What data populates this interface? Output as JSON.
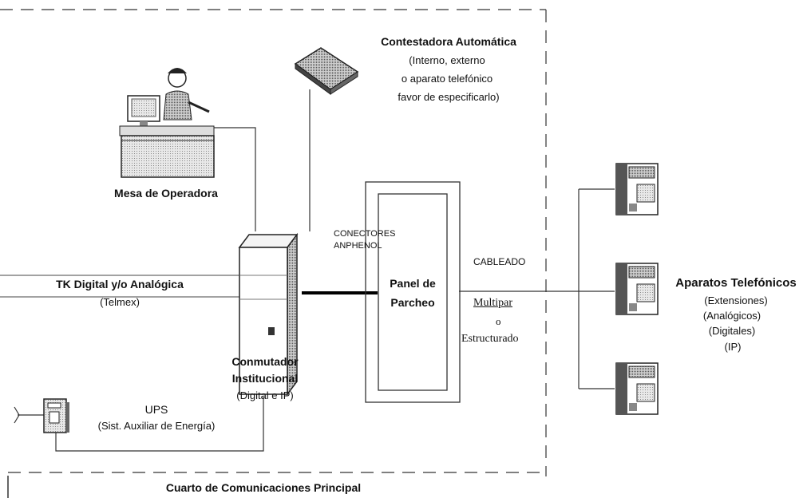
{
  "answering_machine": {
    "line1": "Contestadora Automática",
    "line2": "(Interno, externo",
    "line3": "o aparato telefónico",
    "line4": "favor de especificarlo)"
  },
  "operator_desk": {
    "label": "Mesa de Operadora"
  },
  "connectors": {
    "line1": "CONECTORES",
    "line2": "ANPHENOL"
  },
  "patch_panel": {
    "line1": "Panel de",
    "line2": "Parcheo"
  },
  "cabling": {
    "top": "CABLEADO",
    "mid1": "Multipar",
    "mid2": "o",
    "mid3": "Estructurado"
  },
  "trunk": {
    "line1": "TK Digital y/o Analógica",
    "line2": "(Telmex)"
  },
  "switch": {
    "line1": "Conmutador",
    "line2": "Institucional",
    "line3": "(Digital e IP)"
  },
  "ups": {
    "line1": "UPS",
    "line2": "(Sist. Auxiliar de Energía)"
  },
  "phones": {
    "line1": "Aparatos Telefónicos",
    "line2": "(Extensiones)",
    "line3": "(Analógicos)",
    "line4": "(Digitales)",
    "line5": "(IP)"
  },
  "room": {
    "label": "Cuarto de Comunicaciones Principal"
  }
}
